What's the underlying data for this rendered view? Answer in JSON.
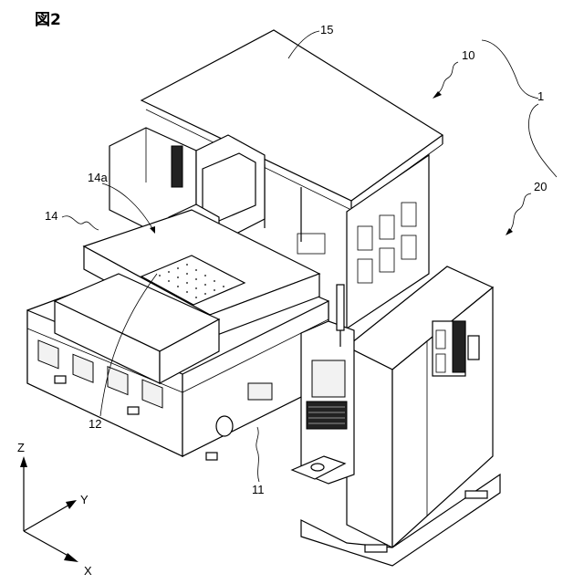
{
  "figure": {
    "title": "図2"
  },
  "labels": {
    "system": "1",
    "unit_top": "10",
    "unit_right": "20",
    "base": "11",
    "table": "12",
    "stage": "14",
    "stage_part": "14a",
    "cover": "15"
  },
  "axes": {
    "z": "Z",
    "y": "Y",
    "x": "X"
  }
}
